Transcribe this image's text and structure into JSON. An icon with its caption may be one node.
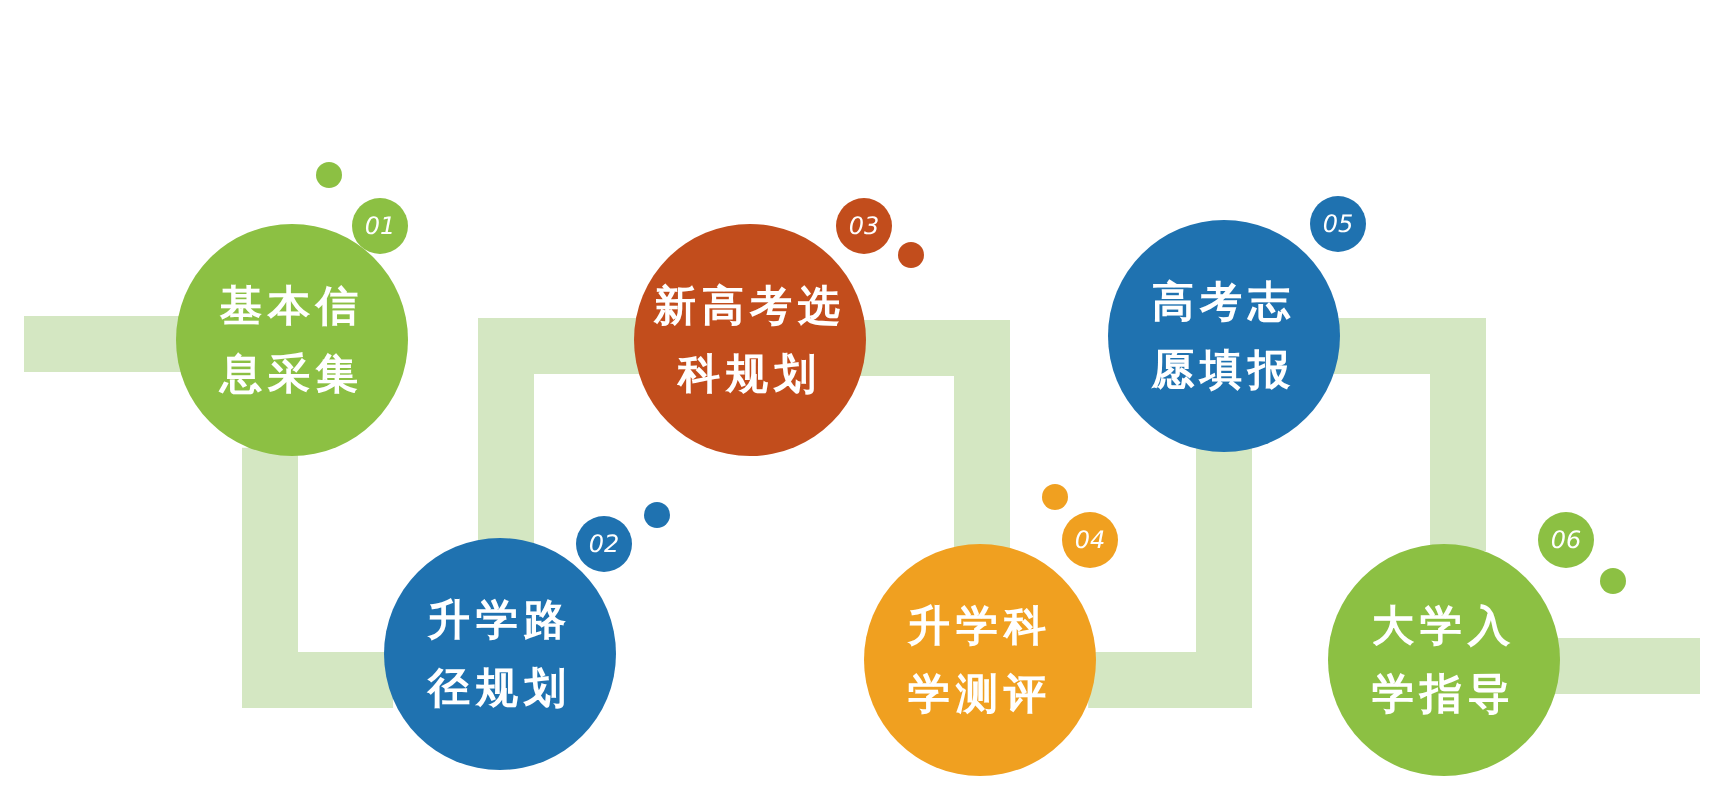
{
  "diagram": {
    "nodes": [
      {
        "text": [
          "基本信息采集"
        ]
      },
      {
        "text": [
          "01"
        ]
      },
      {
        "text": [
          "升学路径规划"
        ]
      },
      {
        "text": [
          "02"
        ]
      },
      {
        "text": [
          "新高考选科规划"
        ]
      },
      {
        "text": [
          "03"
        ]
      },
      {
        "text": [
          "升学科学测评"
        ]
      },
      {
        "text": [
          "04"
        ]
      },
      {
        "text": [
          "高考志愿填报"
        ]
      },
      {
        "text": [
          "05"
        ]
      },
      {
        "text": [
          "大学入学指导"
        ]
      },
      {
        "text": [
          "06"
        ]
      }
    ],
    "edges": [
      {
        "from": null,
        "to": 0,
        "arrow": "none"
      },
      {
        "from": 0,
        "to": 2,
        "arrow": "none"
      },
      {
        "from": 2,
        "to": 4,
        "arrow": "none"
      },
      {
        "from": 4,
        "to": 6,
        "arrow": "none"
      },
      {
        "from": 6,
        "to": 8,
        "arrow": "none"
      },
      {
        "from": 8,
        "to": 10,
        "arrow": "none"
      },
      {
        "from": 10,
        "to": null,
        "arrow": "none"
      }
    ]
  }
}
